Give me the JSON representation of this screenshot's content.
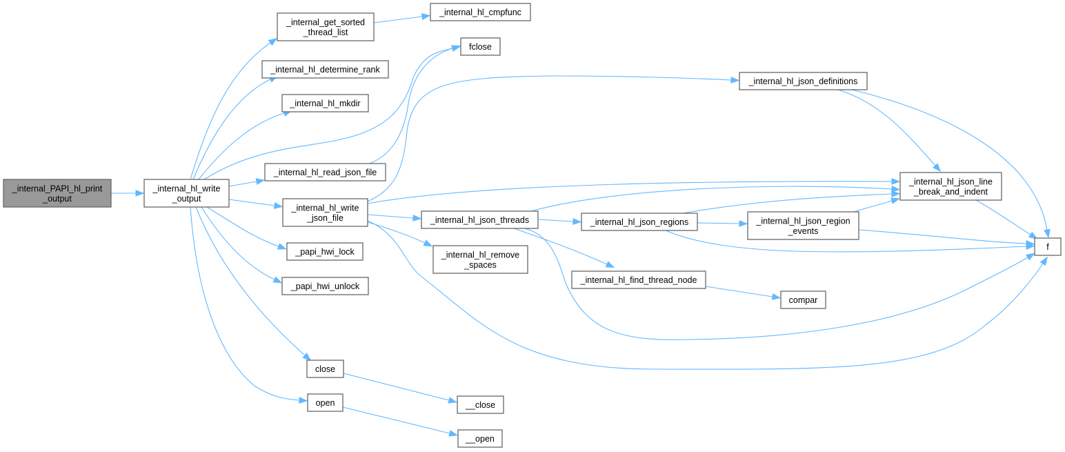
{
  "diagram": {
    "type": "call-graph",
    "edge_color": "#63b8ff",
    "root_fill": "#999999",
    "node_fill": "#ffffff",
    "node_border": "#666666",
    "nodes": [
      {
        "id": "print_output",
        "lines": [
          "_internal_PAPI_hl_print",
          "_output"
        ],
        "root": true
      },
      {
        "id": "write_output",
        "lines": [
          "_internal_hl_write",
          "_output"
        ]
      },
      {
        "id": "get_sorted",
        "lines": [
          "_internal_get_sorted",
          "_thread_list"
        ]
      },
      {
        "id": "cmpfunc",
        "lines": [
          "_internal_hl_cmpfunc"
        ]
      },
      {
        "id": "determine_rank",
        "lines": [
          "_internal_hl_determine_rank"
        ]
      },
      {
        "id": "mkdir",
        "lines": [
          "_internal_hl_mkdir"
        ]
      },
      {
        "id": "fclose",
        "lines": [
          "fclose"
        ]
      },
      {
        "id": "read_json",
        "lines": [
          "_internal_hl_read_json_file"
        ]
      },
      {
        "id": "write_json",
        "lines": [
          "_internal_hl_write",
          "_json_file"
        ]
      },
      {
        "id": "json_definitions",
        "lines": [
          "_internal_hl_json_definitions"
        ]
      },
      {
        "id": "json_threads",
        "lines": [
          "_internal_hl_json_threads"
        ]
      },
      {
        "id": "remove_spaces",
        "lines": [
          "_internal_hl_remove",
          "_spaces"
        ]
      },
      {
        "id": "json_regions",
        "lines": [
          "_internal_hl_json_regions"
        ]
      },
      {
        "id": "region_events",
        "lines": [
          "_internal_hl_json_region",
          "_events"
        ]
      },
      {
        "id": "line_break",
        "lines": [
          "_internal_hl_json_line",
          "_break_and_indent"
        ]
      },
      {
        "id": "f",
        "lines": [
          "f"
        ]
      },
      {
        "id": "find_thread_node",
        "lines": [
          "_internal_hl_find_thread_node"
        ]
      },
      {
        "id": "compar",
        "lines": [
          "compar"
        ]
      },
      {
        "id": "hwi_lock",
        "lines": [
          "_papi_hwi_lock"
        ]
      },
      {
        "id": "hwi_unlock",
        "lines": [
          "_papi_hwi_unlock"
        ]
      },
      {
        "id": "close",
        "lines": [
          "close"
        ]
      },
      {
        "id": "open",
        "lines": [
          "open"
        ]
      },
      {
        "id": "__close",
        "lines": [
          "__close"
        ]
      },
      {
        "id": "__open",
        "lines": [
          "__open"
        ]
      }
    ],
    "edges": [
      [
        "print_output",
        "write_output"
      ],
      [
        "write_output",
        "get_sorted"
      ],
      [
        "write_output",
        "determine_rank"
      ],
      [
        "write_output",
        "mkdir"
      ],
      [
        "write_output",
        "fclose"
      ],
      [
        "write_output",
        "read_json"
      ],
      [
        "write_output",
        "write_json"
      ],
      [
        "write_output",
        "hwi_lock"
      ],
      [
        "write_output",
        "hwi_unlock"
      ],
      [
        "write_output",
        "close"
      ],
      [
        "write_output",
        "open"
      ],
      [
        "get_sorted",
        "cmpfunc"
      ],
      [
        "read_json",
        "fclose"
      ],
      [
        "write_json",
        "json_definitions"
      ],
      [
        "write_json",
        "line_break"
      ],
      [
        "write_json",
        "json_threads"
      ],
      [
        "write_json",
        "remove_spaces"
      ],
      [
        "write_json",
        "f"
      ],
      [
        "json_definitions",
        "line_break"
      ],
      [
        "json_definitions",
        "f"
      ],
      [
        "json_threads",
        "line_break"
      ],
      [
        "json_threads",
        "json_regions"
      ],
      [
        "json_threads",
        "find_thread_node"
      ],
      [
        "json_threads",
        "f"
      ],
      [
        "json_regions",
        "line_break"
      ],
      [
        "json_regions",
        "region_events"
      ],
      [
        "json_regions",
        "f"
      ],
      [
        "region_events",
        "line_break"
      ],
      [
        "region_events",
        "f"
      ],
      [
        "line_break",
        "f"
      ],
      [
        "find_thread_node",
        "compar"
      ],
      [
        "close",
        "__close"
      ],
      [
        "open",
        "__open"
      ]
    ]
  }
}
